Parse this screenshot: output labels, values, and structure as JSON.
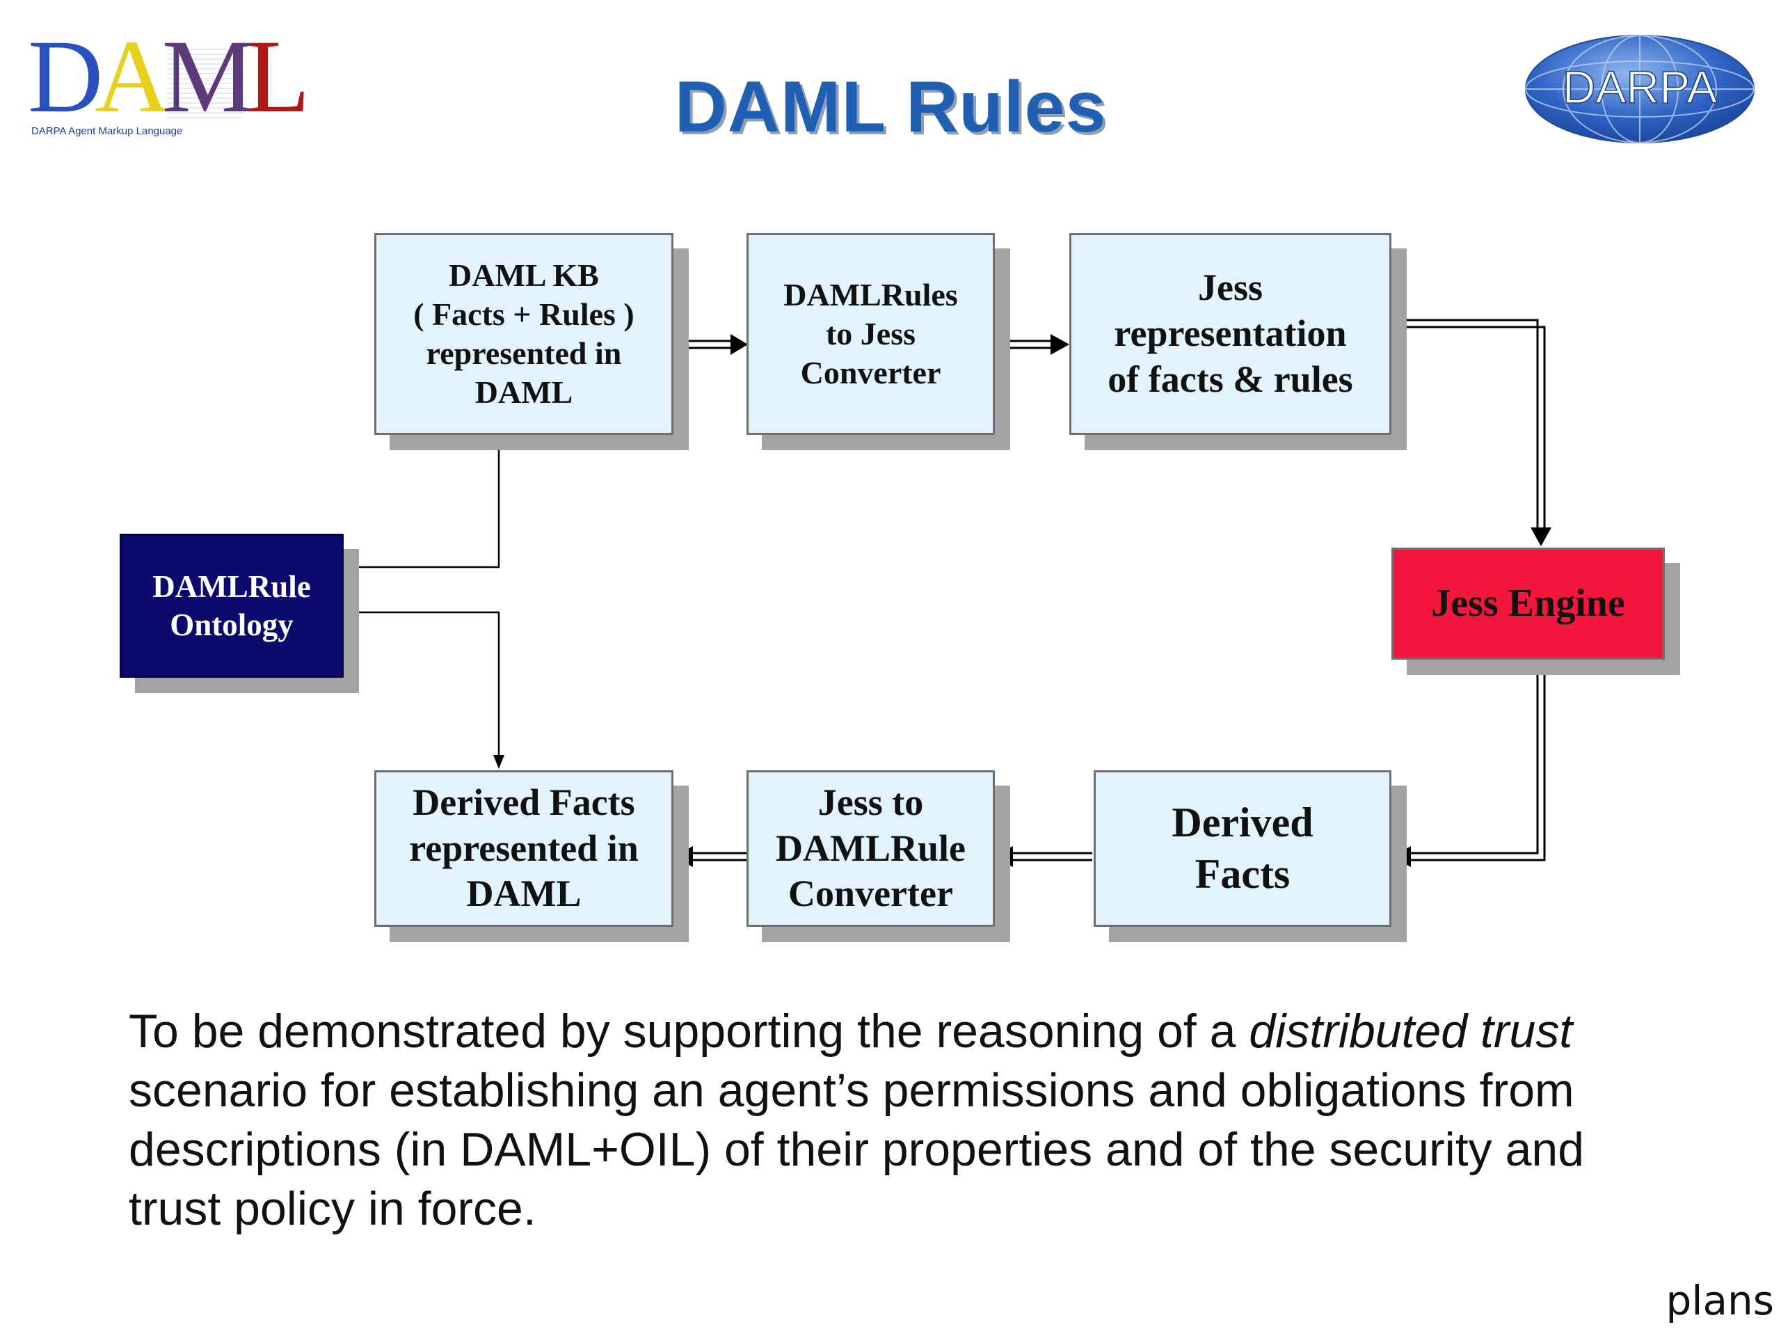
{
  "slide": {
    "title": "DAML Rules",
    "footer": "plans"
  },
  "logos": {
    "daml": {
      "letters": [
        "D",
        "A",
        "M",
        "L"
      ],
      "letter_colors": [
        "#2a4fbf",
        "#e8d11c",
        "#5b3a7a",
        "#b01818"
      ],
      "tagline": "DARPA Agent Markup Language"
    },
    "darpa": {
      "text": "DARPA",
      "globe_color": "#2f63c4"
    }
  },
  "diagram": {
    "nodes": {
      "daml_kb": "DAML KB\n( Facts + Rules )\nrepresented in\nDAML",
      "converter_to_jess": "DAMLRules\nto Jess\nConverter",
      "jess_representation": "Jess\nrepresentation\nof facts & rules",
      "ontology": "DAMLRule\nOntology",
      "jess_engine": "Jess Engine",
      "derived_facts_daml": "Derived Facts\nrepresented in\nDAML",
      "converter_to_daml": "Jess  to\nDAMLRule\nConverter",
      "derived_facts": "Derived\nFacts"
    },
    "colors": {
      "box_fill": "#e3f3fd",
      "ontology_fill": "#0b0b6e",
      "engine_fill": "#f5163e",
      "shadow": "#a3a3a3",
      "arrow": "#000000"
    }
  },
  "description": {
    "part1": "To be demonstrated by supporting the reasoning of a ",
    "emphasis": "distributed trust",
    "part2": " scenario for establishing an agent’s  permissions and obligations from descriptions (in DAML+OIL) of their properties and of the security and trust policy in force."
  }
}
